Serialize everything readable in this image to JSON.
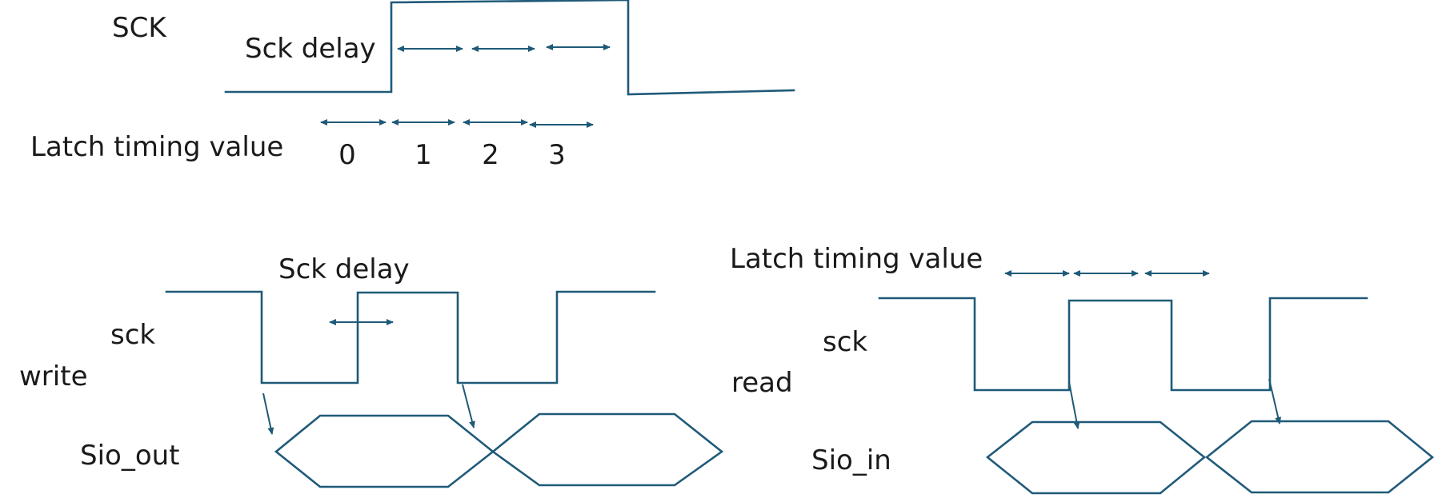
{
  "top": {
    "signal_label": "SCK",
    "delay_label": "Sck delay",
    "latch_label": "Latch timing value",
    "latch_values": [
      "0",
      "1",
      "2",
      "3"
    ]
  },
  "write": {
    "mode_label": "write",
    "sck_label": "sck",
    "delay_label": "Sck delay",
    "data_label": "Sio_out"
  },
  "read": {
    "mode_label": "read",
    "sck_label": "sck",
    "latch_label": "Latch timing value",
    "data_label": "Sio_in"
  },
  "colors": {
    "line": "#1f5a78",
    "text": "#1a1a1a"
  }
}
